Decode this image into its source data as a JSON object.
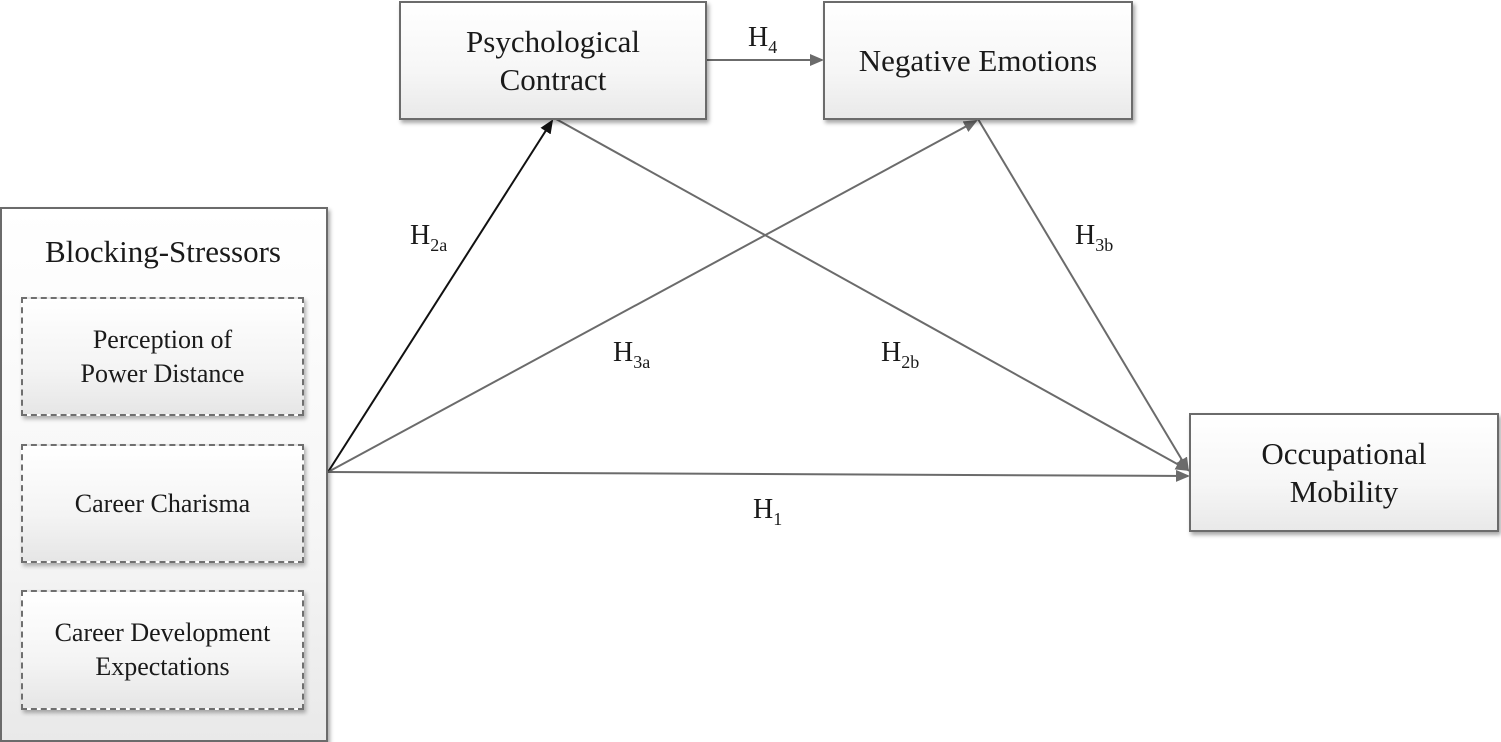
{
  "nodes": {
    "psychological_contract": [
      "Psychological",
      "Contract"
    ],
    "negative_emotions": [
      "Negative Emotions"
    ],
    "blocking_stressors": "Blocking-Stressors",
    "power_distance": [
      "Perception of",
      "Power Distance"
    ],
    "career_charisma": [
      "Career Charisma"
    ],
    "career_dev": [
      "Career Development",
      "Expectations"
    ],
    "occupational_mobility": [
      "Occupational",
      "Mobility"
    ]
  },
  "hypotheses": {
    "h1": {
      "base": "H",
      "sub": "1"
    },
    "h2a": {
      "base": "H",
      "sub": "2a"
    },
    "h2b": {
      "base": "H",
      "sub": "2b"
    },
    "h3a": {
      "base": "H",
      "sub": "3a"
    },
    "h3b": {
      "base": "H",
      "sub": "3b"
    },
    "h4": {
      "base": "H",
      "sub": "4"
    }
  }
}
